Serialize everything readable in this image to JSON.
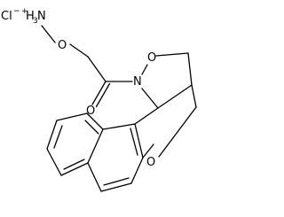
{
  "molecule": {
    "atom_labels": {
      "chloride": "Cl",
      "chloride_charge": "−",
      "ammonium_charge": "+",
      "ammonium_h": "H",
      "ammonium_h_count": "3",
      "ammonium_n": "N",
      "ether_o_chain": "O",
      "isoxazolidine_o": "O",
      "amide_n": "N",
      "carbonyl_o": "O",
      "pyran_o": "O"
    }
  }
}
